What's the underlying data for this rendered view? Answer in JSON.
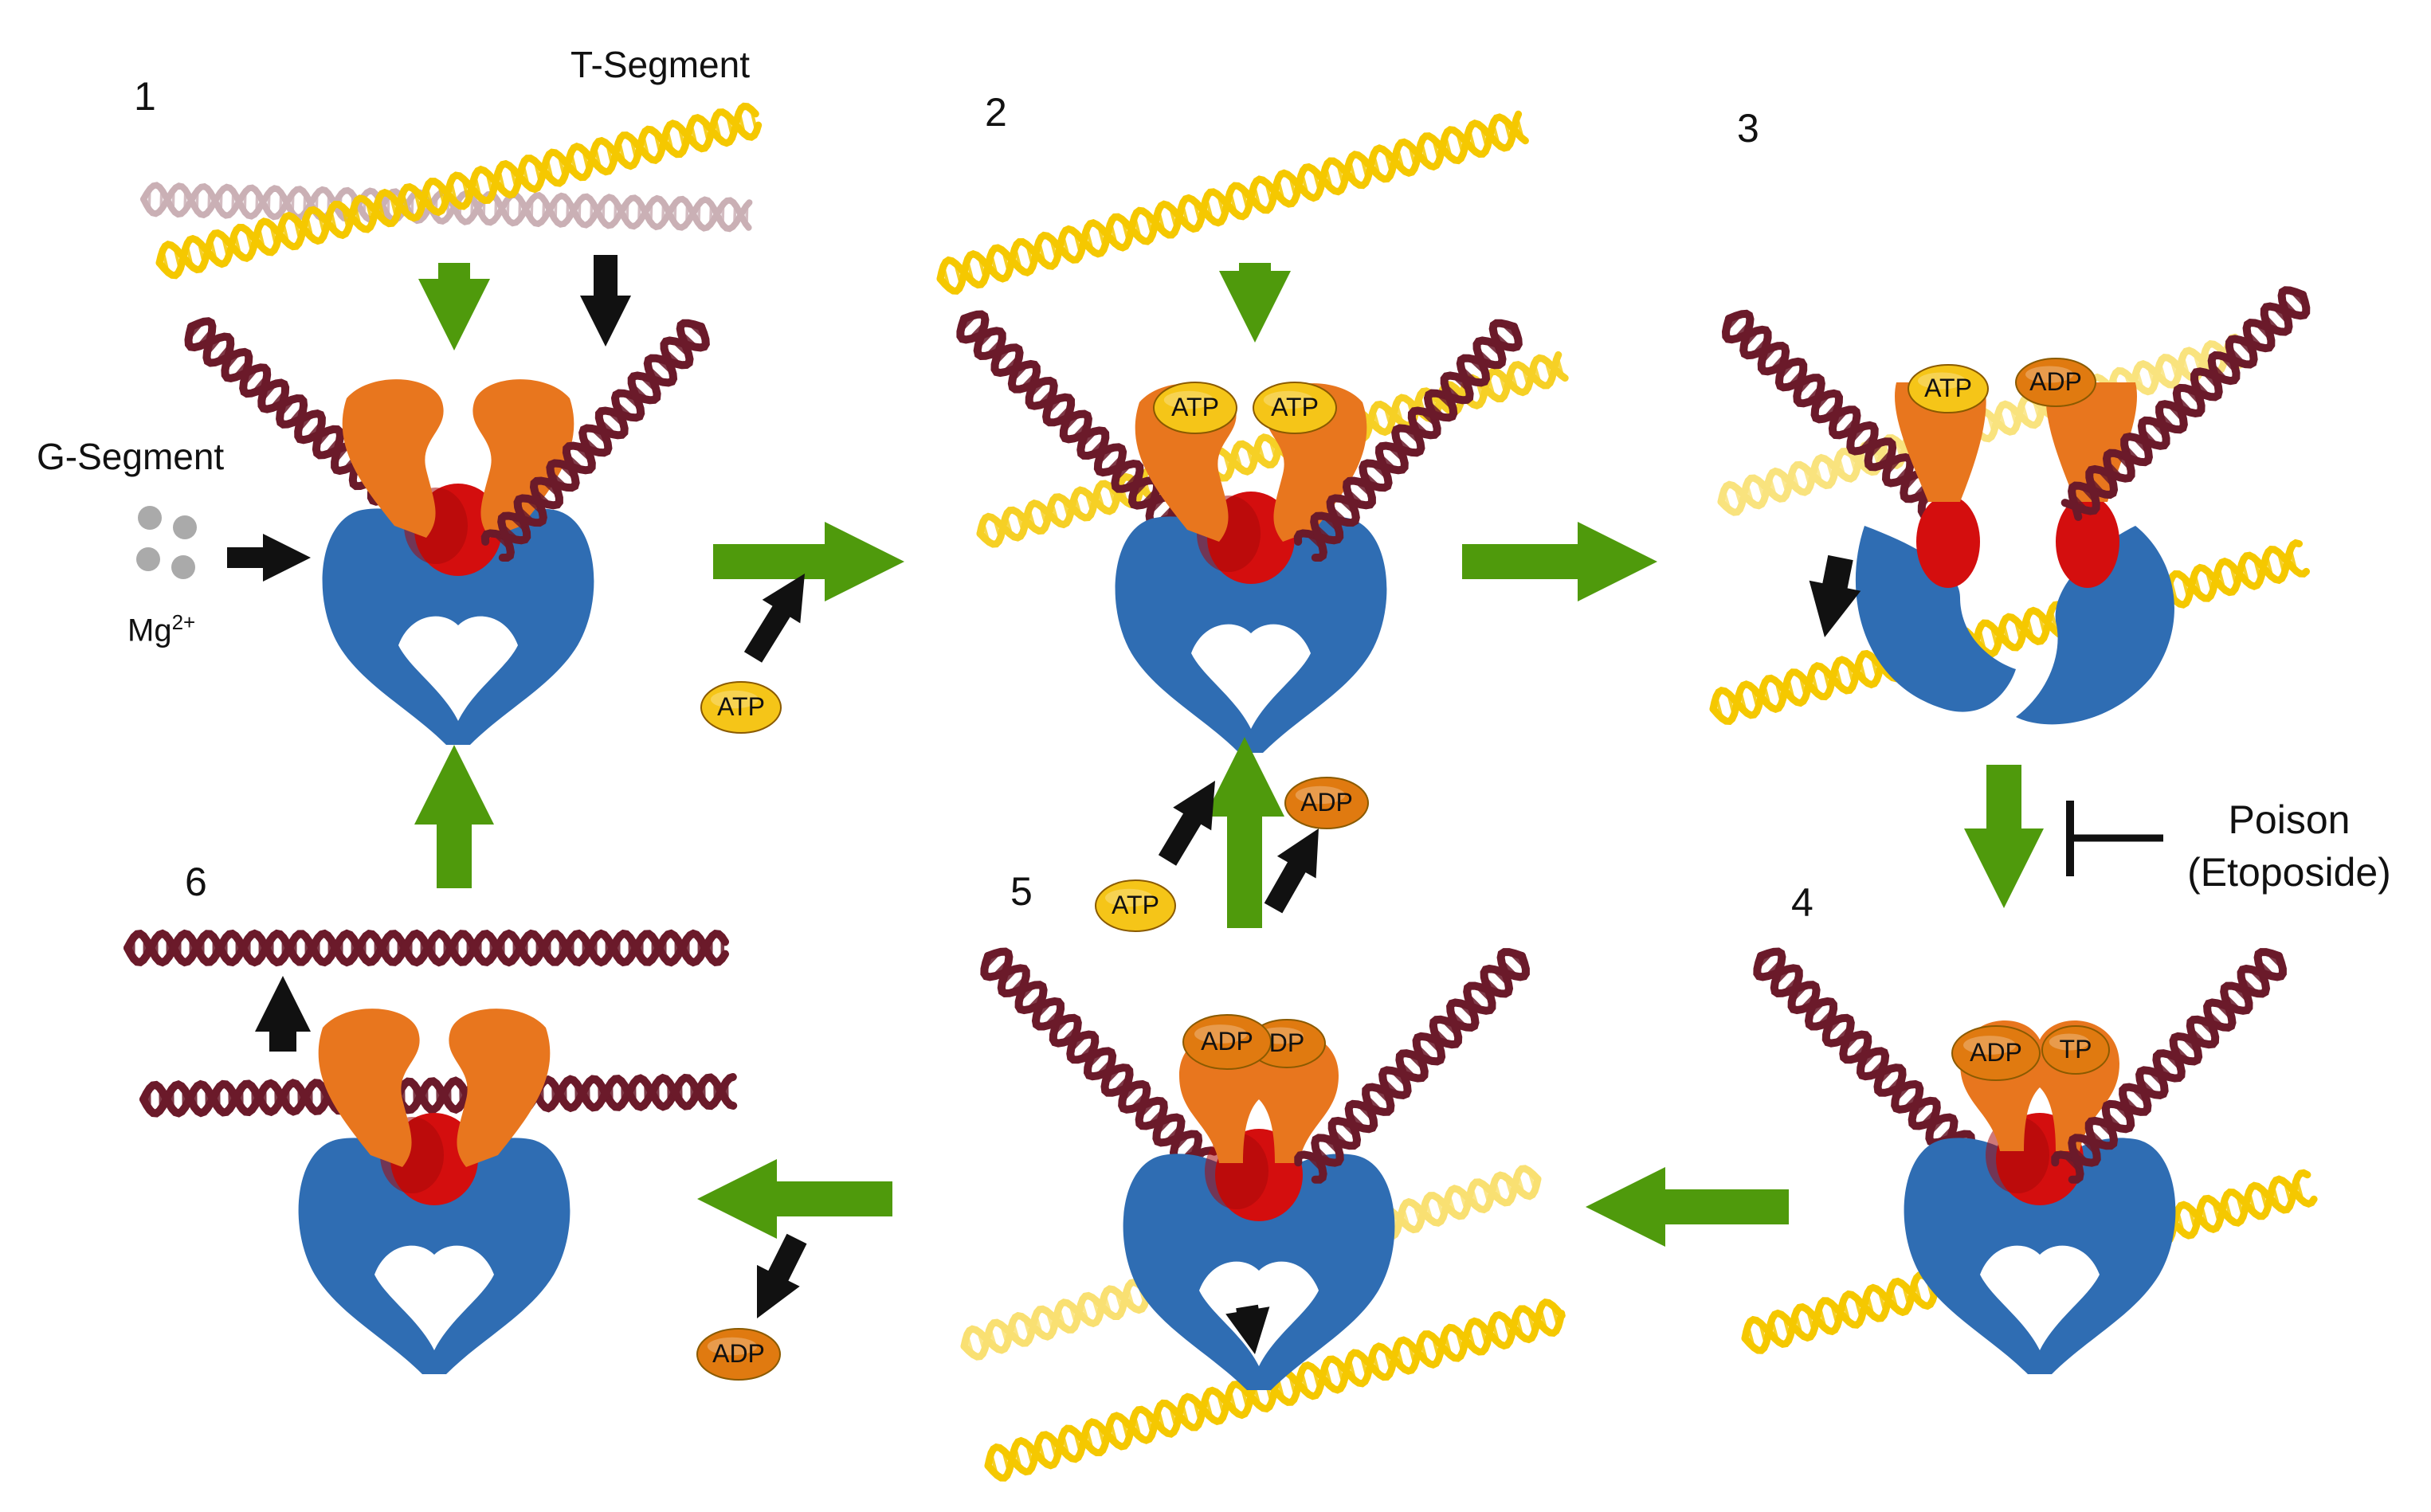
{
  "diagram": {
    "step_numbers": [
      "1",
      "2",
      "3",
      "4",
      "5",
      "6"
    ],
    "labels": {
      "t_segment": "T-Segment",
      "g_segment": "G-Segment",
      "mg": "Mg",
      "mg_sup": "2+",
      "poison_line1": "Poison",
      "poison_line2": "(Etoposide)"
    },
    "nucleotides": {
      "atp": "ATP",
      "adp": "ADP",
      "adp_partial": "DP",
      "atp_partial": "TP"
    },
    "colors": {
      "g_dna": "#6b1a2a",
      "t_dna": "#f5c800",
      "t_dna_ghost": "#a0707a",
      "protein_blue": "#2f6db3",
      "protein_red": "#d40e0e",
      "protein_orange": "#e8761e",
      "atp_yellow": "#f5c518",
      "adp_orange": "#e07a10",
      "arrow_green": "#4f9a0c",
      "arrow_black": "#111111"
    }
  }
}
